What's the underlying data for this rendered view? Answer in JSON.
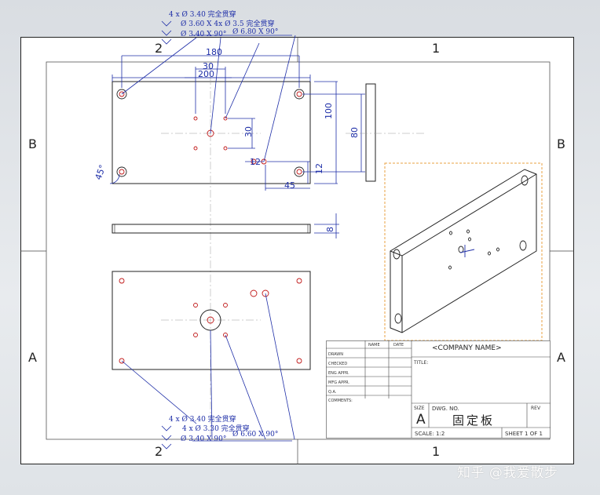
{
  "zones": {
    "top_left": "2",
    "top_right": "1",
    "bottom_left": "2",
    "bottom_right": "1",
    "left_upper": "B",
    "left_lower": "A",
    "right_upper": "B",
    "right_lower": "A"
  },
  "dims": {
    "d180": "180",
    "d30top": "30",
    "d200": "200",
    "d100": "100",
    "d80": "80",
    "d30side": "30",
    "d12a": "12",
    "d12b": "12",
    "d45": "45",
    "d8": "8",
    "d45deg": "45°"
  },
  "callouts": {
    "top_line1": "4 x Ø 3.40 完全贯穿",
    "top_line2": "Ø 3.60 X 4x Ø 3.5 完全贯穿",
    "top_line3": "Ø 3.40 X 90°",
    "top_line4": "Ø 6.80 X 90°",
    "bottom_line1": "4 x Ø 3.40 完全贯穿",
    "bottom_line2": "4 x Ø 3.30 完全贯穿",
    "bottom_line3": "Ø 3.40 X 90°",
    "bottom_line4": "Ø 6.60 X 90°"
  },
  "title_block": {
    "col_name": "NAME",
    "col_date": "DATE",
    "rows": [
      "DRAWN",
      "CHECKED",
      "ENG APPR.",
      "MFG APPR.",
      "Q.A.",
      "COMMENTS:"
    ],
    "company": "<COMPANY NAME>",
    "title_label": "TITLE:",
    "size_label": "SIZE",
    "size_value": "A",
    "dwg_label": "DWG. NO.",
    "dwg_value": "固定板",
    "rev_label": "REV",
    "scale": "SCALE: 1:2",
    "sheet": "SHEET 1 OF 1"
  },
  "watermark": "知乎 @我爱散步",
  "colors": {
    "dim": "#1f2fa8",
    "hole": "#c01818",
    "iso_border": "#e8a040",
    "line": "#222222"
  }
}
